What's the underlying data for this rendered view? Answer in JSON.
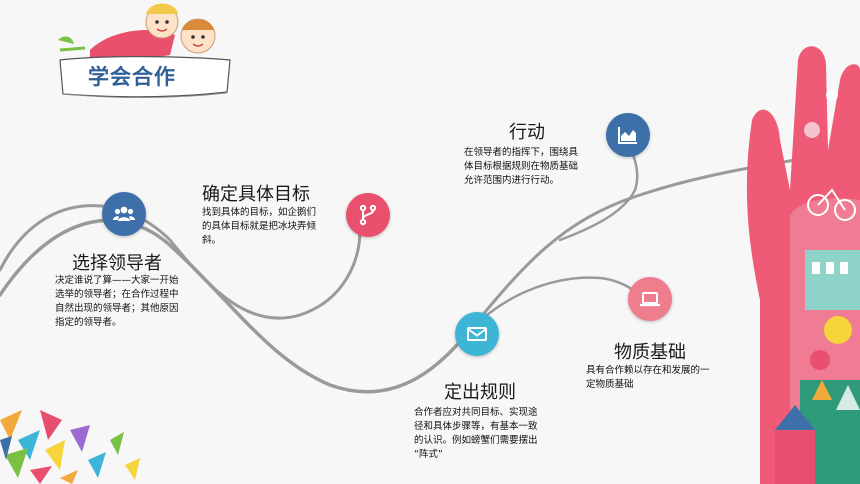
{
  "header": {
    "title": "学会合作"
  },
  "colors": {
    "blue": "#3d6fa8",
    "pink": "#e8506e",
    "cyan": "#3db6d6",
    "rose": "#ee7d8e",
    "title": "#2f5f96"
  },
  "steps": [
    {
      "title": "选择领导者",
      "icon": "users-icon",
      "desc": [
        "决定谁说了算——大家一开始",
        "选举的领导者；在合作过程中",
        "自然出现的领导者；其他原因",
        "指定的领导者。"
      ]
    },
    {
      "title": "确定具体目标",
      "icon": "fork-icon",
      "desc": [
        "找到具体的目标，如企鹅们",
        "的具体目标就是把冰块弄倾",
        "斜。"
      ]
    },
    {
      "title": "定出规则",
      "icon": "mail-icon",
      "desc": [
        "合作者应对共同目标、实现途",
        "径和具体步骤等，有基本一致",
        "的认识。例如螃蟹们需要摆出",
        "“阵式”"
      ]
    },
    {
      "title": "行动",
      "icon": "chart-icon",
      "desc": [
        "在领导者的指挥下，围绕具",
        "体目标根据规则在物质基础",
        "允许范围内进行行动。"
      ]
    },
    {
      "title": "物质基础",
      "icon": "laptop-icon",
      "desc": [
        "具有合作赖以存在和发展的一",
        "定物质基础"
      ]
    }
  ]
}
